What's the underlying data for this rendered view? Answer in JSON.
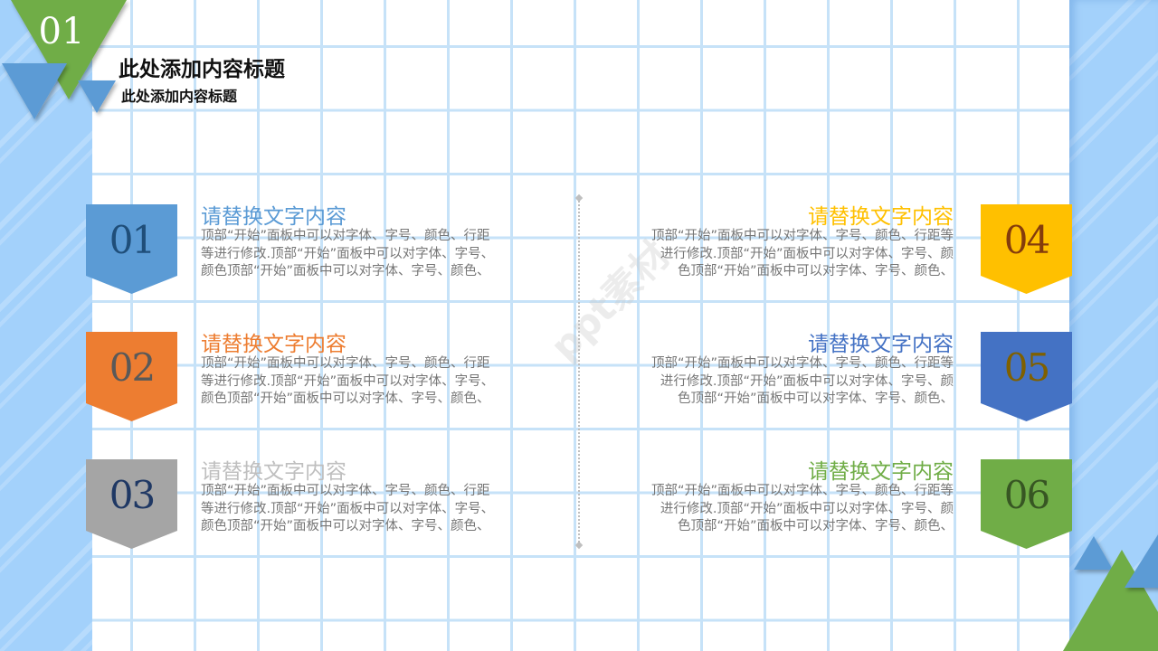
{
  "slide": {
    "section_number": "01",
    "title": "此处添加内容标题",
    "subtitle": "此处添加内容标题",
    "watermark": "ppt素材"
  },
  "colors": {
    "band": "#a3d1fb",
    "grid": "#c6e2f8",
    "deco_green": "#70ad47",
    "deco_blue": "#5b9bd5",
    "body_text": "#767676"
  },
  "items": [
    {
      "number": "01",
      "badge_color": "#5b9bd5",
      "number_color": "#1f4e79",
      "heading": "请替换文字内容",
      "heading_color": "#5b9bd5",
      "lines": [
        "顶部“开始”面板中可以对字体、字号、颜色、行距",
        "等进行修改.顶部“开始”面板中可以对字体、字号、",
        "颜色顶部“开始”面板中可以对字体、字号、颜色、"
      ]
    },
    {
      "number": "02",
      "badge_color": "#ed7d31",
      "number_color": "#595959",
      "heading": "请替换文字内容",
      "heading_color": "#ed7d31",
      "lines": [
        "顶部“开始”面板中可以对字体、字号、颜色、行距",
        "等进行修改.顶部“开始”面板中可以对字体、字号、",
        "颜色顶部“开始”面板中可以对字体、字号、颜色、"
      ]
    },
    {
      "number": "03",
      "badge_color": "#a5a5a5",
      "number_color": "#1f3864",
      "heading": "请替换文字内容",
      "heading_color": "#bfbfbf",
      "lines": [
        "顶部“开始”面板中可以对字体、字号、颜色、行距",
        "等进行修改.顶部“开始”面板中可以对字体、字号、",
        "颜色顶部“开始”面板中可以对字体、字号、颜色、"
      ]
    },
    {
      "number": "04",
      "badge_color": "#ffc000",
      "number_color": "#843c0c",
      "heading": "请替换文字内容",
      "heading_color": "#ffc000",
      "lines": [
        "顶部“开始”面板中可以对字体、字号、颜色、行距等",
        "进行修改.顶部“开始”面板中可以对字体、字号、颜",
        "色顶部“开始”面板中可以对字体、字号、颜色、"
      ]
    },
    {
      "number": "05",
      "badge_color": "#4472c4",
      "number_color": "#7f6000",
      "heading": "请替换文字内容",
      "heading_color": "#4472c4",
      "lines": [
        "顶部“开始”面板中可以对字体、字号、颜色、行距等",
        "进行修改.顶部“开始”面板中可以对字体、字号、颜",
        "色顶部“开始”面板中可以对字体、字号、颜色、"
      ]
    },
    {
      "number": "06",
      "badge_color": "#70ad47",
      "number_color": "#375623",
      "heading": "请替换文字内容",
      "heading_color": "#70ad47",
      "lines": [
        "顶部“开始”面板中可以对字体、字号、颜色、行距等",
        "进行修改.顶部“开始”面板中可以对字体、字号、颜",
        "色顶部“开始”面板中可以对字体、字号、颜色、"
      ]
    }
  ]
}
